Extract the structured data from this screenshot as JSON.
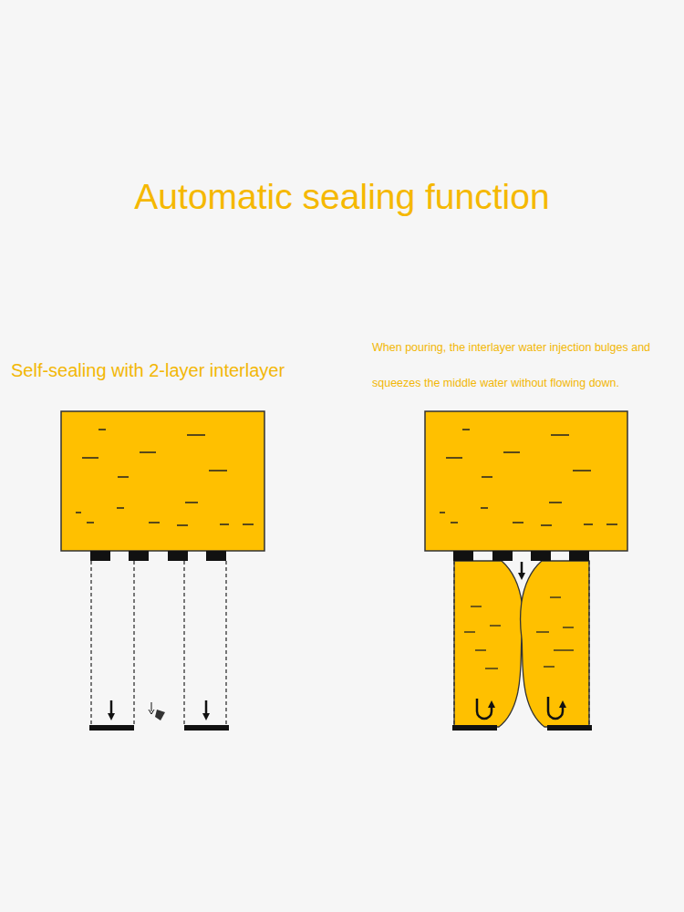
{
  "diagram": {
    "title": "Automatic sealing function",
    "labels": [
      "Self-sealing with 2-layer interlayer",
      "When pouring, the interlayer water injection bulges and squeezes the middle water without flowing down."
    ]
  }
}
